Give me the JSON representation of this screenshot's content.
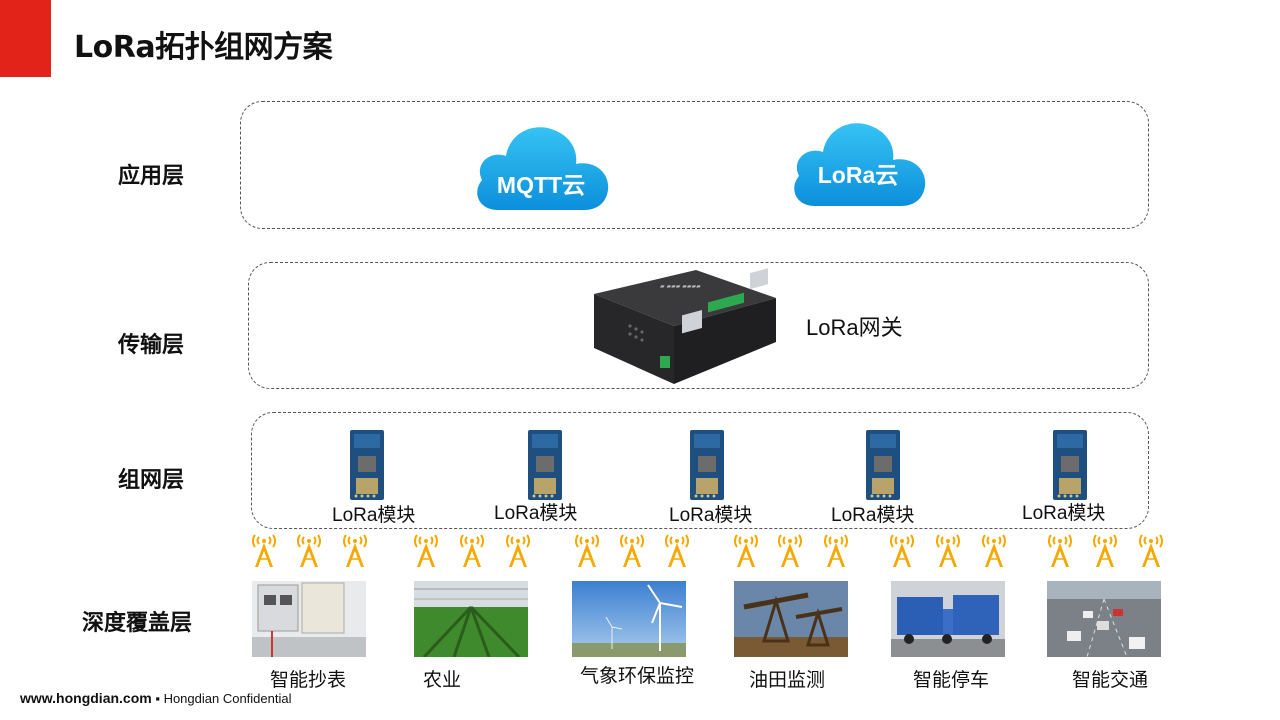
{
  "title": "LoRa拓扑组网方案",
  "layers": {
    "application": "应用层",
    "transport": "传输层",
    "network": "组网层",
    "coverage": "深度覆盖层"
  },
  "clouds": [
    {
      "label": "MQTT云",
      "color": "#1aa6e8"
    },
    {
      "label": "LoRa云",
      "color": "#1aa6e8"
    }
  ],
  "gateway": {
    "label": "LoRa网关"
  },
  "modules": [
    {
      "label": "LoRa模块"
    },
    {
      "label": "LoRa模块"
    },
    {
      "label": "LoRa模块"
    },
    {
      "label": "LoRa模块"
    },
    {
      "label": "LoRa模块"
    }
  ],
  "scenarios": [
    {
      "label": "智能抄表"
    },
    {
      "label": "农业"
    },
    {
      "label": "气象环保监控"
    },
    {
      "label": "油田监测"
    },
    {
      "label": "智能停车"
    },
    {
      "label": "智能交通"
    }
  ],
  "footer": {
    "site": "www.hongdian.com",
    "separator": "▪",
    "note": "Hongdian Confidential"
  },
  "colors": {
    "accent": "#e2231a",
    "tower": "#f5a800"
  }
}
